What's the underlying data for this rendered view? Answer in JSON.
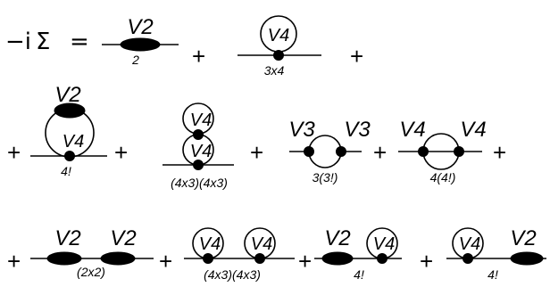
{
  "equation": {
    "minus_i": "−i",
    "sigma": "Σ",
    "equals": "=",
    "plus": "+"
  },
  "diagrams": [
    {
      "id": "d1",
      "top_labels": [
        "V2"
      ],
      "bottom_label": "2"
    },
    {
      "id": "d2",
      "top_labels": [
        "V4"
      ],
      "bottom_label": "3x4"
    },
    {
      "id": "d3",
      "top_labels": [
        "V2",
        "V4"
      ],
      "bottom_label": "4!"
    },
    {
      "id": "d4",
      "top_labels": [
        "V4",
        "V4"
      ],
      "bottom_label": "(4x3)(4x3)"
    },
    {
      "id": "d5",
      "top_labels": [
        "V3",
        "V3"
      ],
      "bottom_label": "3(3!)"
    },
    {
      "id": "d6",
      "top_labels": [
        "V4",
        "V4"
      ],
      "bottom_label": "4(4!)"
    },
    {
      "id": "d7",
      "top_labels": [
        "V2",
        "V2"
      ],
      "bottom_label": "(2x2)"
    },
    {
      "id": "d8",
      "top_labels": [
        "V4",
        "V4"
      ],
      "bottom_label": "(4x3)(4x3)"
    },
    {
      "id": "d9",
      "top_labels": [
        "V2",
        "V4"
      ],
      "bottom_label": "4!"
    },
    {
      "id": "d10",
      "top_labels": [
        "V4",
        "V2"
      ],
      "bottom_label": "4!"
    }
  ]
}
